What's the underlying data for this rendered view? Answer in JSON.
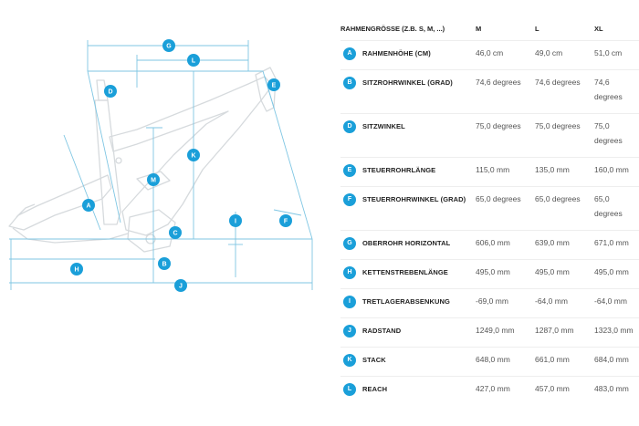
{
  "diagram": {
    "badge_color": "#1a9fd9",
    "line_color": "#7fc6e3",
    "frame_color": "#d6dadd",
    "markers": [
      "A",
      "B",
      "C",
      "D",
      "E",
      "F",
      "G",
      "H",
      "I",
      "J",
      "K",
      "L",
      "M"
    ]
  },
  "table": {
    "header": {
      "label": "RAHMENGRÖSSE (Z.B. S, M, ...)",
      "sizes": [
        "M",
        "L",
        "XL"
      ]
    },
    "rows": [
      {
        "badge": "A",
        "label": "RAHMENHÖHE (CM)",
        "values": [
          "46,0 cm",
          "49,0 cm",
          "51,0 cm"
        ],
        "tall": false
      },
      {
        "badge": "B",
        "label": "SITZROHRWINKEL (GRAD)",
        "values": [
          "74,6 degrees",
          "74,6 degrees",
          "74,6 degrees"
        ],
        "tall": true
      },
      {
        "badge": "D",
        "label": "SITZWINKEL",
        "values": [
          "75,0 degrees",
          "75,0 degrees",
          "75,0 degrees"
        ],
        "tall": true
      },
      {
        "badge": "E",
        "label": "STEUERROHRLÄNGE",
        "values": [
          "115,0 mm",
          "135,0 mm",
          "160,0 mm"
        ],
        "tall": false
      },
      {
        "badge": "F",
        "label": "STEUERROHRWINKEL (GRAD)",
        "values": [
          "65,0 degrees",
          "65,0 degrees",
          "65,0 degrees"
        ],
        "tall": true
      },
      {
        "badge": "G",
        "label": "OBERROHR HORIZONTAL",
        "values": [
          "606,0 mm",
          "639,0 mm",
          "671,0 mm"
        ],
        "tall": false
      },
      {
        "badge": "H",
        "label": "KETTENSTREBENLÄNGE",
        "values": [
          "495,0 mm",
          "495,0 mm",
          "495,0 mm"
        ],
        "tall": false
      },
      {
        "badge": "I",
        "label": "TRETLAGERABSENKUNG",
        "values": [
          "-69,0 mm",
          "-64,0 mm",
          "-64,0 mm"
        ],
        "tall": false
      },
      {
        "badge": "J",
        "label": "RADSTAND",
        "values": [
          "1249,0 mm",
          "1287,0 mm",
          "1323,0 mm"
        ],
        "tall": false
      },
      {
        "badge": "K",
        "label": "STACK",
        "values": [
          "648,0 mm",
          "661,0 mm",
          "684,0 mm"
        ],
        "tall": false
      },
      {
        "badge": "L",
        "label": "REACH",
        "values": [
          "427,0 mm",
          "457,0 mm",
          "483,0 mm"
        ],
        "tall": false
      }
    ]
  }
}
